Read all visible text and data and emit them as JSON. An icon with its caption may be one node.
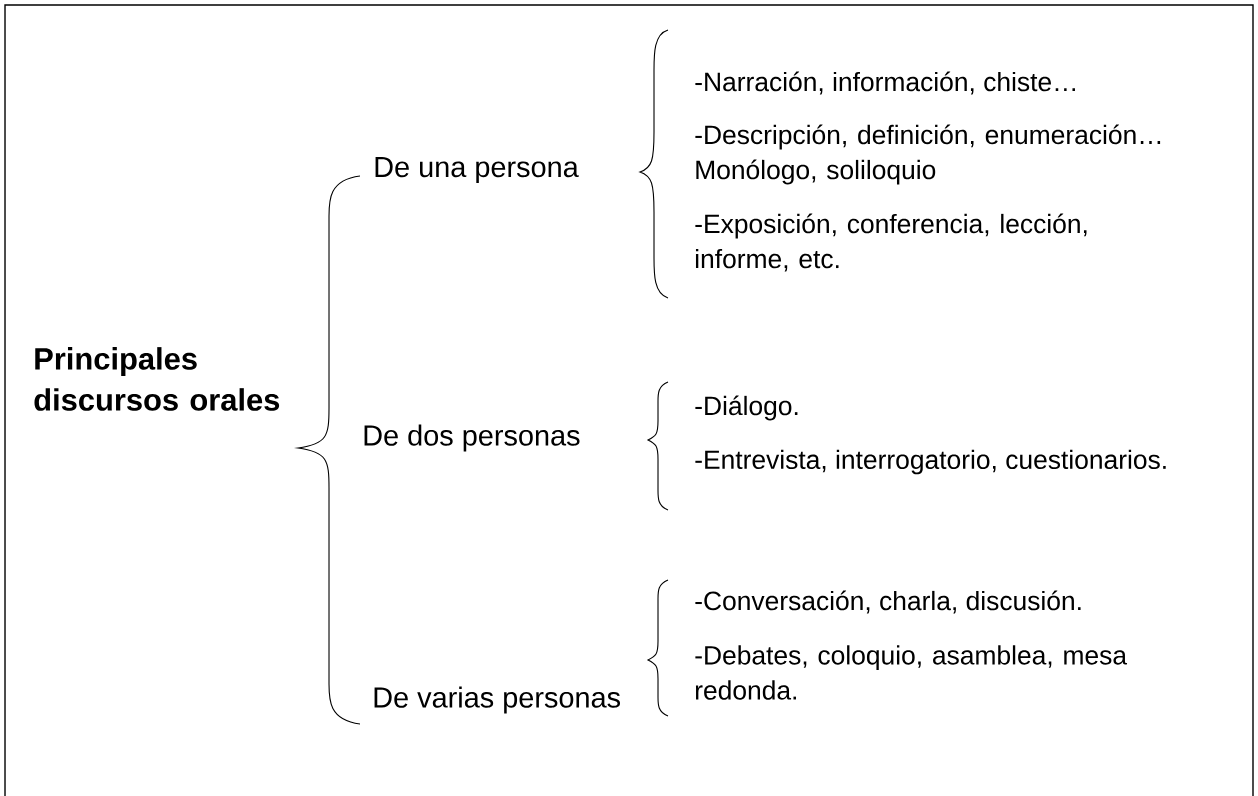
{
  "diagram": {
    "labels": [
      "Principales discursos orales",
      "De una persona",
      "-Narración, información, chiste…",
      "-Descripción, definición, enumeración… Monólogo, soliloquio",
      "-Exposición, conferencia, lección, informe, etc.",
      "De dos personas",
      "-Diálogo.",
      "-Entrevista, interrogatorio, cuestionarios.",
      "De varias personas",
      "-Conversación, charla, discusión.",
      "-Debates, coloquio, asamblea, mesa redonda."
    ]
  }
}
